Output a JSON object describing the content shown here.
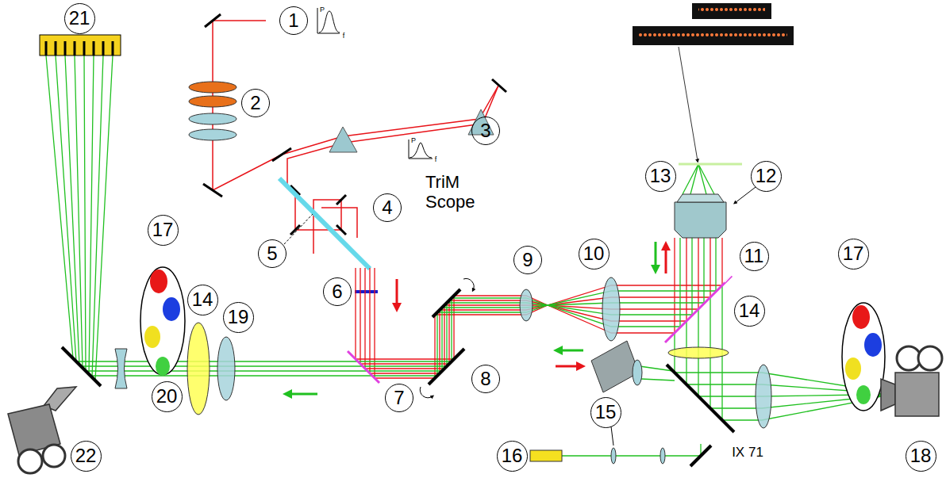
{
  "diagram": {
    "nodes": [
      {
        "text": [
          "21"
        ]
      },
      {
        "text": [
          "1"
        ]
      },
      {
        "text": [
          "TriM Scope"
        ]
      },
      {
        "text": [
          "2"
        ],
        "in": 2
      },
      {
        "text": [
          "3"
        ],
        "in": 2
      },
      {
        "text": [
          "4"
        ],
        "in": 2
      },
      {
        "text": [
          "5"
        ],
        "in": 5
      },
      {
        "text": [
          "17"
        ]
      },
      {
        "text": [
          "14"
        ],
        "in": 2
      },
      {
        "text": [
          "19"
        ],
        "in": 2
      },
      {
        "text": [
          "6"
        ],
        "in": 2
      },
      {
        "text": [
          "7"
        ],
        "in": 2
      },
      {
        "text": [
          "8"
        ],
        "in": 2
      },
      {
        "text": [
          "20"
        ]
      },
      {
        "text": [
          "22"
        ]
      },
      {
        "text": [
          "13"
        ]
      },
      {
        "text": [
          "12"
        ]
      },
      {
        "text": [
          "IX 71"
        ]
      },
      {
        "text": [
          "9"
        ]
      },
      {
        "text": [
          "10"
        ]
      },
      {
        "text": [
          "11"
        ],
        "in": 17
      },
      {
        "text": [
          "17"
        ]
      },
      {
        "text": [
          "14"
        ],
        "in": 17
      },
      {
        "text": [
          "15"
        ]
      },
      {
        "text": [
          "16"
        ]
      },
      {
        "text": [
          "18"
        ]
      }
    ],
    "labels": [
      "P",
      "f",
      "P",
      "f"
    ]
  }
}
